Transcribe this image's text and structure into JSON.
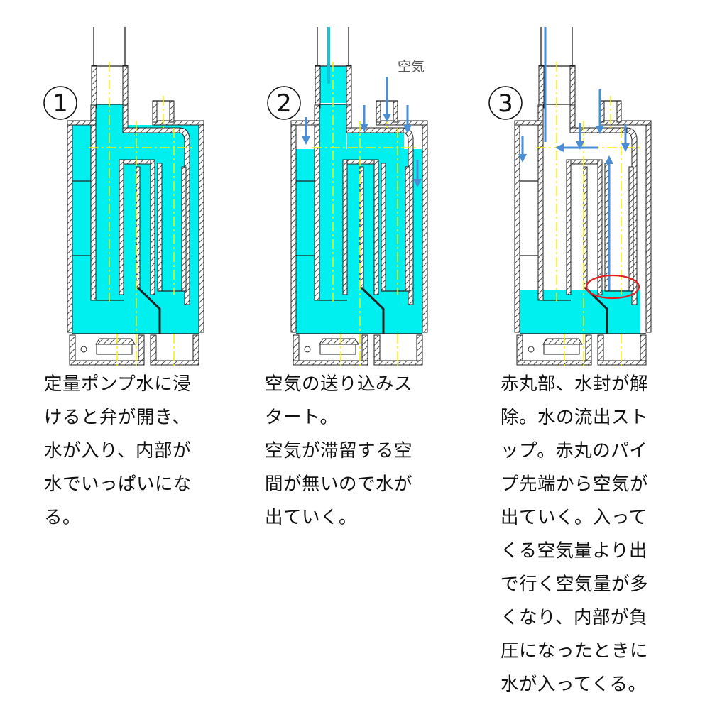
{
  "colors": {
    "water": "#00f0f0",
    "wall_line": "#222222",
    "center_line": "#f5f000",
    "arrow": "#4a8fd6",
    "water_stream": "#12c2d8",
    "highlight_circle": "#e02020",
    "text": "#111111"
  },
  "panels": [
    {
      "step": "1",
      "state": "tank filled with water",
      "water_level": "full",
      "caption_lines": [
        "定量ポンプ水に浸",
        "けると弁が開き、",
        "水が入り、内部が",
        "水でいっぱいにな",
        "る。"
      ]
    },
    {
      "step": "2",
      "state": "air injection started, water flowing out",
      "water_level": "mostly full",
      "air_label": "空気",
      "caption_lines": [
        "空気の送り込みス",
        "タート。",
        "空気が滞留する空",
        "間が無いので水が",
        "出ていく。"
      ]
    },
    {
      "step": "3",
      "state": "water seal released at red circle, outflow stopped",
      "water_level": "low",
      "highlight": "red-circle-pipe-tip",
      "caption_lines": [
        "赤丸部、水封が解",
        "除。水の流出スト",
        "ップ。赤丸のパイ",
        "プ先端から空気が",
        "出ていく。入って",
        "くる空気量より出",
        "で行く空気量が多",
        "くなり、内部が負",
        "圧になったときに",
        "水が入ってくる。"
      ]
    }
  ]
}
